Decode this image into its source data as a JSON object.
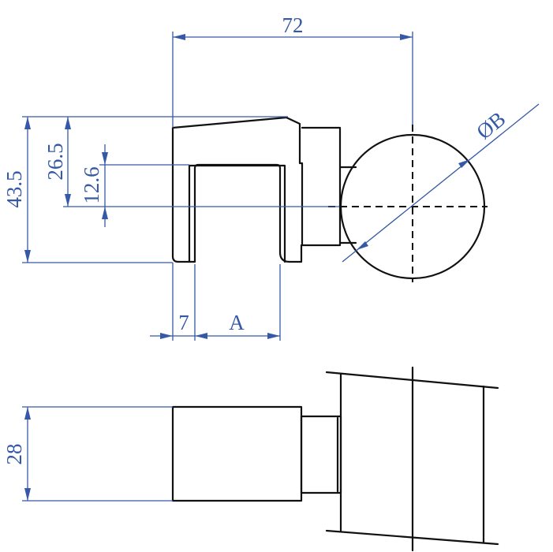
{
  "dimensions": {
    "width_total": "72",
    "height_total": "43.5",
    "height_mid": "26.5",
    "height_small": "12.6",
    "wall_thickness": "7",
    "slot_width": "A",
    "diameter": "ØB",
    "depth": "28"
  },
  "colors": {
    "outline": "#111111",
    "dimension": "#3559a6",
    "background": "#ffffff"
  }
}
